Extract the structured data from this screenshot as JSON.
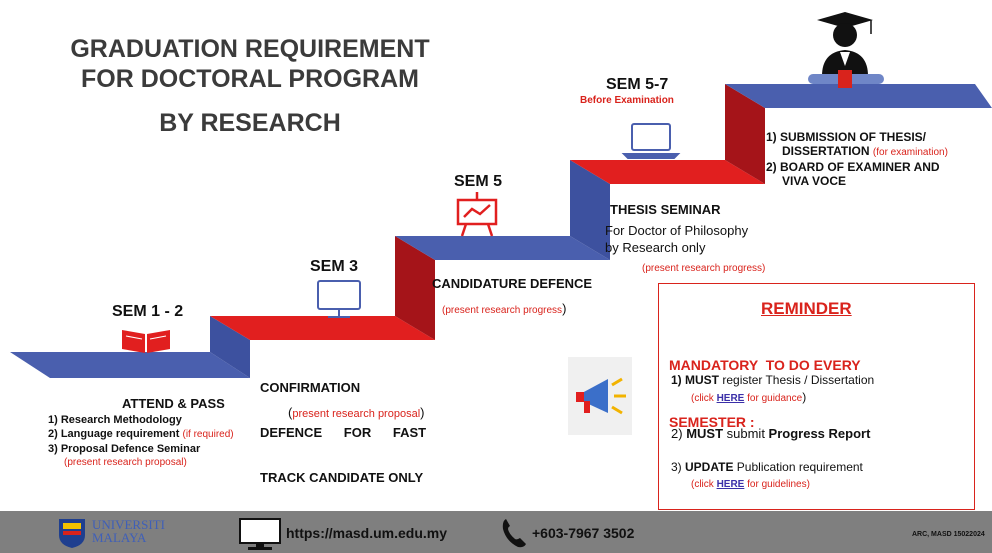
{
  "title": {
    "line1": "GRADUATION REQUIREMENT",
    "line2": "FOR DOCTORAL PROGRAM",
    "line3": "BY RESEARCH"
  },
  "stages": {
    "s1": {
      "sem": "SEM 1 - 2",
      "title": "ATTEND & PASS",
      "items": [
        "1)  Research Methodology",
        "2)  Language requirement",
        "3)  Proposal Defence Seminar"
      ],
      "item2_note": "(if required)",
      "note": "(present research proposal)"
    },
    "s2": {
      "sem": "SEM 3",
      "title_line1": "CONFIRMATION",
      "title_line2": "DEFENCE      FOR      FAST",
      "title_line3": "TRACK CANDIDATE ONLY",
      "note_open": "(",
      "note": "present research proposal",
      "note_close": ")"
    },
    "s3": {
      "sem": "SEM 5",
      "title": "CANDIDATURE DEFENCE",
      "note": "(present research progress",
      "note_close": ")"
    },
    "s4": {
      "sem": "SEM 5-7",
      "sub": "Before Examination",
      "title": "THESIS SEMINAR",
      "desc1": "For Doctor of Philosophy",
      "desc2": "by Research only",
      "note": "(present research progress)"
    },
    "s5": {
      "item1_line1": "1)  SUBMISSION OF THESIS/",
      "item1_line2": "DISSERTATION",
      "item1_note": "(for examination)",
      "item2_line1": "2)  BOARD OF EXAMINER AND",
      "item2_line2": "VIVA VOCE"
    }
  },
  "reminder": {
    "heading": "REMINDER",
    "sub1": "MANDATORY  TO DO EVERY",
    "sub2": "SEMESTER :",
    "item1_num": "1)",
    "item1_bold": "MUST",
    "item1_text": " register Thesis / Dissertation",
    "item1_link_pre": "(click ",
    "item1_link": "HERE",
    "item1_link_post": " for guidance",
    "item1_link_close": ")",
    "item2_num": "2)",
    "item2_bold": "MUST",
    "item2_text": " submit ",
    "item2_bold2": "Progress Report",
    "item3_num": "3)",
    "item3_bold": "UPDATE",
    "item3_text": " Publication requirement",
    "item3_link_pre": "(click ",
    "item3_link": "HERE",
    "item3_link_post": " for guidelines)"
  },
  "footer": {
    "logo_line1": "UNIVERSITI",
    "logo_line2": "MALAYA",
    "website": "https://masd.um.edu.my",
    "phone": "+603-7967 3502",
    "code": "ARC, MASD 15022024"
  },
  "colors": {
    "red": "#d9231c",
    "blue": "#4a5fae",
    "dark_red": "#a51419",
    "footer": "#7f7f7f"
  },
  "icons": [
    "book-icon",
    "monitor-icon",
    "presentation-board-icon",
    "laptop-icon",
    "graduate-icon",
    "megaphone-icon",
    "computer-icon",
    "phone-icon",
    "university-crest-icon"
  ]
}
